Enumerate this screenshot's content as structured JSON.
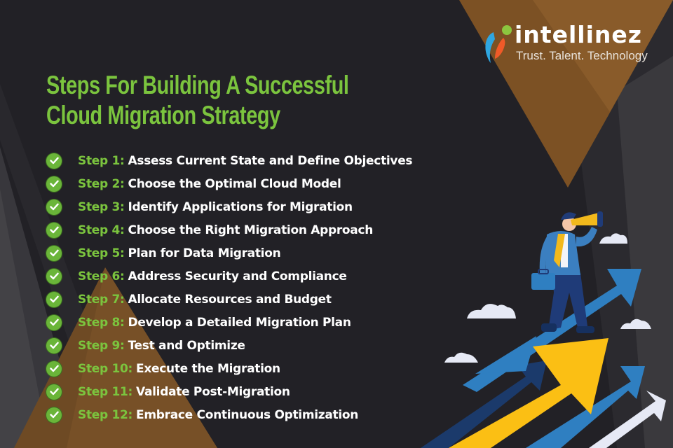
{
  "brand": {
    "name": "intellinez",
    "tagline": "Trust. Talent. Technology",
    "logo_colors": {
      "blue": "#2fa6e0",
      "orange": "#f05a28",
      "green": "#8cc63f"
    }
  },
  "title": {
    "line1": "Steps For Building A Successful",
    "line2": "Cloud Migration Strategy"
  },
  "steps": [
    {
      "label": "Step 1:",
      "text": "Assess Current State and Define Objectives"
    },
    {
      "label": "Step 2:",
      "text": "Choose the Optimal Cloud Model"
    },
    {
      "label": "Step 3:",
      "text": "Identify Applications for Migration"
    },
    {
      "label": "Step 4:",
      "text": "Choose the Right Migration Approach"
    },
    {
      "label": "Step 5:",
      "text": "Plan for Data Migration"
    },
    {
      "label": "Step 6:",
      "text": "Address Security and Compliance"
    },
    {
      "label": "Step 7:",
      "text": "Allocate Resources and Budget"
    },
    {
      "label": "Step 8:",
      "text": "Develop a Detailed Migration Plan"
    },
    {
      "label": "Step 9:",
      "text": "Test and Optimize"
    },
    {
      "label": "Step 10:",
      "text": "Execute the Migration"
    },
    {
      "label": "Step 11:",
      "text": "Validate Post-Migration"
    },
    {
      "label": "Step 12:",
      "text": "Embrace Continuous Optimization"
    }
  ],
  "icons": {
    "step_marker": "check-circle-icon",
    "illustration": "businessman-with-telescope-on-rising-arrows"
  },
  "colors": {
    "background": "#222126",
    "accent_green": "#7bc43e",
    "bronze": "#8a5a2a",
    "arrow_yellow": "#fbbf14",
    "arrow_blue": "#2f7fc1",
    "arrow_navy": "#1b3a6b"
  }
}
